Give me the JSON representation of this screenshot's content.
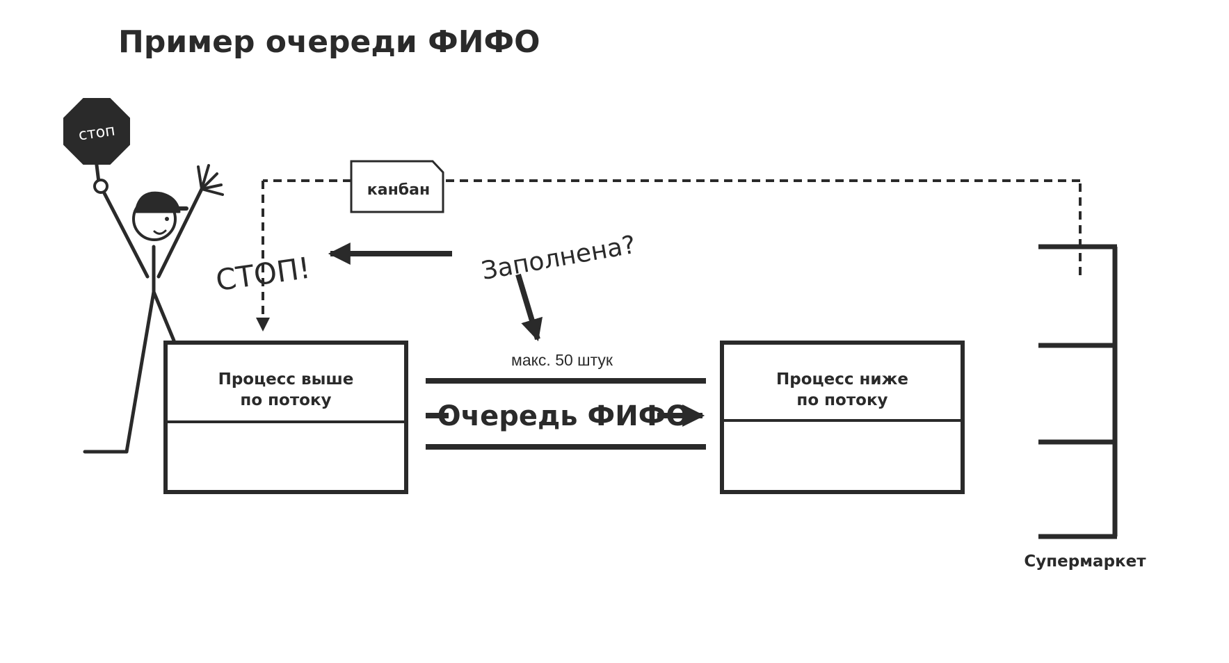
{
  "diagram": {
    "title": "Пример очереди ФИФО",
    "stop_sign_label": "стоп",
    "stop_shout": "СТОП!",
    "question": "Заполнена?",
    "kanban_label": "канбан",
    "upstream_process": [
      "Процесс выше",
      "по потоку"
    ],
    "downstream_process": [
      "Процесс ниже",
      "по потоку"
    ],
    "queue_capacity": "макс. 50 штук",
    "queue_label": "Очередь ФИФО",
    "supermarket_label": "Супермаркет",
    "ink_color": "#2a2a2a"
  }
}
